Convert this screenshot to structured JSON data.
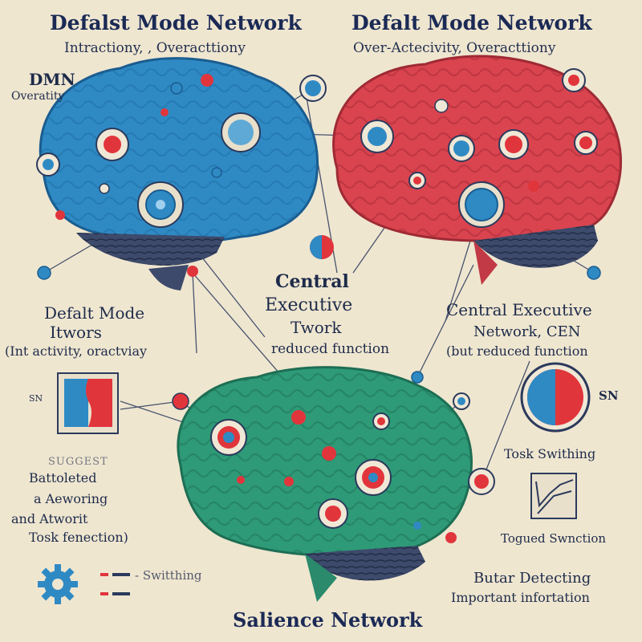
{
  "titles": {
    "left_title": "Defalst Mode Network",
    "left_sub": "Intractiony,  , Overacttiony",
    "right_title": "Defalt Mode Network",
    "right_sub": "Over-Actecivity, Overacttiony",
    "dmn": "DMN",
    "dmn_sub": "Overatity"
  },
  "center": {
    "line1": "Central",
    "line2": "Executive",
    "line3": "Twork",
    "line4": "reduced function"
  },
  "left_block": {
    "line1": "Defalt Mode",
    "line2": "Itwors",
    "line3": "(Int activity, oractviay"
  },
  "right_block": {
    "line1": "Central Executive",
    "line2": "Network,  CEN",
    "line3": "(but reduced function"
  },
  "left_small": {
    "sn": "SN",
    "blur1": "SUGGEST",
    "line1": "Battoleted",
    "line2": "a  Aeworing",
    "line3": "and Atworit",
    "line4": "Tosk fenection)",
    "switch": "- Switthing"
  },
  "right_small": {
    "sn": "SN",
    "task1": "Tosk Swithing",
    "task2": "Togued Swnction",
    "detect1": "Butar  Detecting",
    "detect2": "Important infortation"
  },
  "bottom_title": "Salience Network",
  "icons": [
    "gear-icon",
    "split-square-icon",
    "pie-chart-icon",
    "line-chart-icon",
    "half-circle-icon"
  ],
  "colors": {
    "blue_brain": "#2f8ac4",
    "red_brain": "#d9444f",
    "green_brain": "#2e9a77",
    "cerebellum": "#3d4a6b",
    "node_red": "#e1353c",
    "node_blue": "#2f8ac4",
    "background": "#efe6d0",
    "text": "#1d2b4a"
  }
}
